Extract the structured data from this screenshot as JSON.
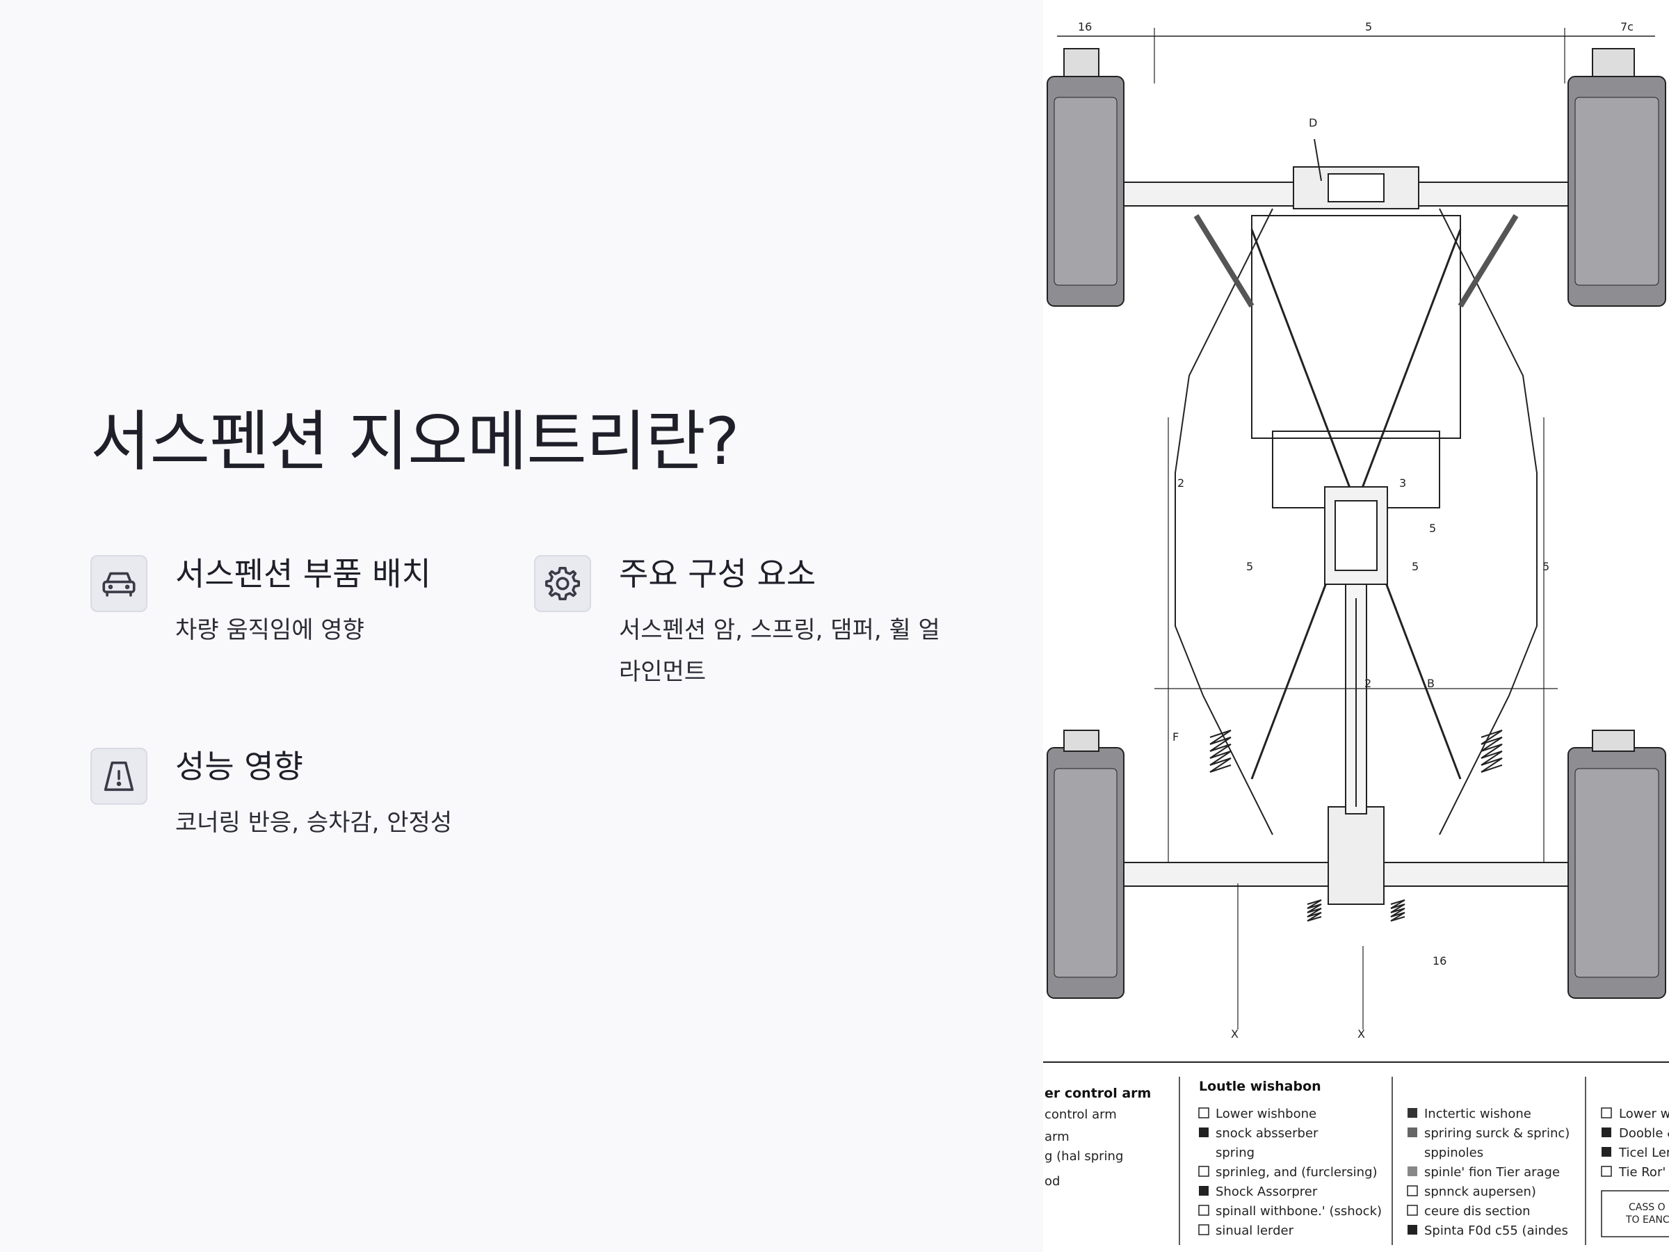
{
  "slide": {
    "title": "서스펜션 지오메트리란?",
    "cards": [
      {
        "icon": "car-icon",
        "title": "서스펜션 부품 배치",
        "desc": "차량 움직임에 영향"
      },
      {
        "icon": "gear-icon",
        "title": "주요 구성 요소",
        "desc_line1": "서스펜션 암, 스프링, 댐퍼, 휠 얼",
        "desc_line2": "라인먼트"
      },
      {
        "icon": "road-warning-icon",
        "title": "성능 영향",
        "desc": "코너링 반응, 승차감, 안정성"
      }
    ]
  },
  "diagram": {
    "dims": {
      "top_left": "16",
      "top_mid": "5",
      "top_right": "7c",
      "pin": "D",
      "l2": "2",
      "l3": "3",
      "m5a": "5",
      "m5b": "5",
      "m5c": "5",
      "r5": "5",
      "c2": "2",
      "b5": "B",
      "f": "F",
      "w16": "16",
      "bx1": "X",
      "bx2": "X"
    },
    "legend": {
      "col1_head": "er control arm",
      "col1": [
        "control arm",
        "arm",
        "g (hal spring",
        "od"
      ],
      "col2_head": "Loutle wishabon",
      "col2": [
        "Lower wishbone",
        "snock absserber",
        "spring",
        "sprinleg, and (furclersing)",
        "Shock Assorprer",
        "spinall withbone.' (sshock)",
        "sinual lerder"
      ],
      "col3": [
        "Inctertic wishone",
        "spriring surck & sprinc)",
        "sppinoles",
        "spinle' fion Tier arage",
        "spnnck aupersen)",
        "ceure dis section",
        "Spinta F0d c55 (aindes"
      ],
      "col4": [
        "Lower w",
        "Dooble &",
        "Ticel Ler",
        "Tie Ror'"
      ],
      "box_line1": "CASS O",
      "box_line2": "TO EANC"
    }
  }
}
